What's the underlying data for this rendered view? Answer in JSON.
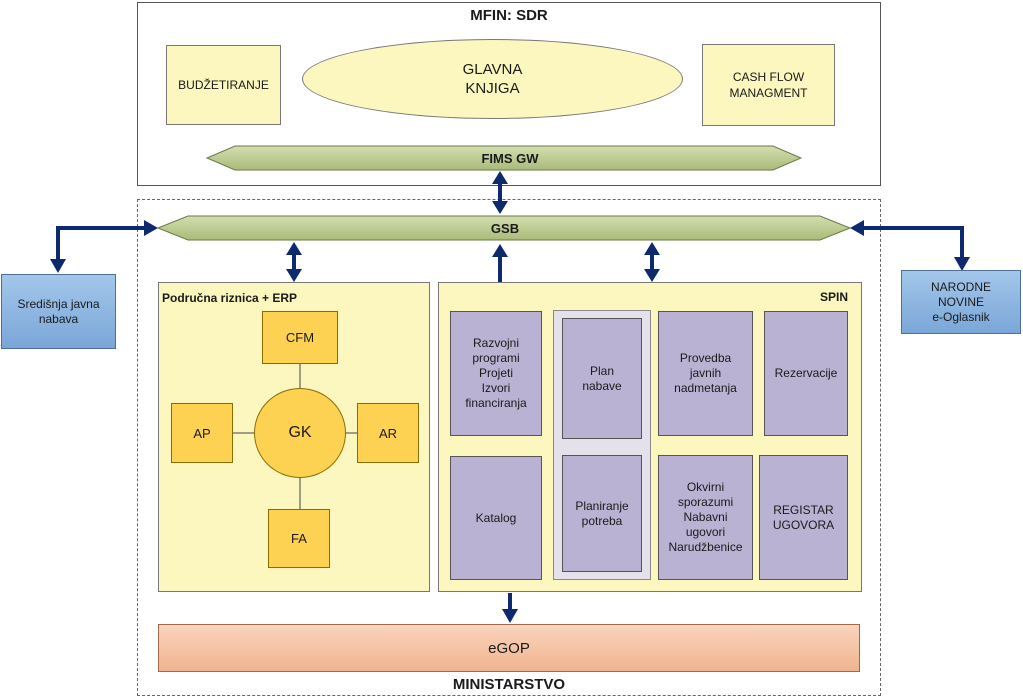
{
  "mfin": {
    "title": "MFIN: SDR",
    "budzetiranje": "BUDŽETIRANJE",
    "glavna_knjiga": "GLAVNA\nKNJIGA",
    "cash_flow": "CASH FLOW\nMANAGMENT",
    "fims_gw": "FIMS GW"
  },
  "gsb": "GSB",
  "sredisnja_javna_nabava": "Središnja javna\nnabava",
  "narodne_novine": "NARODNE\nNOVINE\ne-Oglasnik",
  "podrucna_riznica": {
    "title": "Područna riznica + ERP",
    "cfm": "CFM",
    "gk": "GK",
    "ap": "AP",
    "ar": "AR",
    "fa": "FA"
  },
  "spin": {
    "title": "SPIN",
    "razvojni": "Razvojni\nprogrami\nProjeti\nIzvori\nfinanciranja",
    "plan_nabave": "Plan\nnabave",
    "provedba": "Provedba\njavnih\nnadmetanja",
    "rezervacije": "Rezervacije",
    "katalog": "Katalog",
    "planiranje_potreba": "Planiranje\npotreba",
    "okvirni": "Okvirni\nsporazumi\nNabavni\nugovori\nNarudžbenice",
    "registar": "REGISTAR\nUGOVORA"
  },
  "egop": "eGOP",
  "ministarstvo": "MINISTARSTVO",
  "colors": {
    "arrow": "#0d2a6e",
    "band": "#c3d19b",
    "yellow_box": "#fbf7bf",
    "orange_box": "#fdd152",
    "purple_box": "#b9b2d3",
    "egop": "#f6c2a4",
    "blue_box": "#8fb6e2"
  }
}
